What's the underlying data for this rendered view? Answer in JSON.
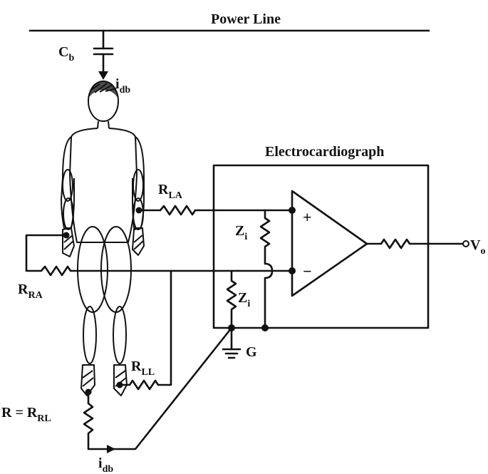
{
  "title": "Power Line",
  "capacitor_label": "C",
  "capacitor_sub": "b",
  "current_top_label": "i",
  "current_top_sub": "db",
  "ecg_label": "Electrocardiograph",
  "r_la_label": "R",
  "r_la_sub": "LA",
  "r_ra_label": "R",
  "r_ra_sub": "RA",
  "r_ll_label": "R",
  "r_ll_sub": "LL",
  "r_rl_label": "R = R",
  "r_rl_sub": "RL",
  "zi_upper_label": "Z",
  "zi_upper_sub": "i",
  "zi_lower_label": "Z",
  "zi_lower_sub": "i",
  "plus_label": "+",
  "minus_label": "−",
  "output_label": "V",
  "output_sub": "o",
  "ground_label": "G",
  "current_bottom_label": "i",
  "current_bottom_sub": "db"
}
